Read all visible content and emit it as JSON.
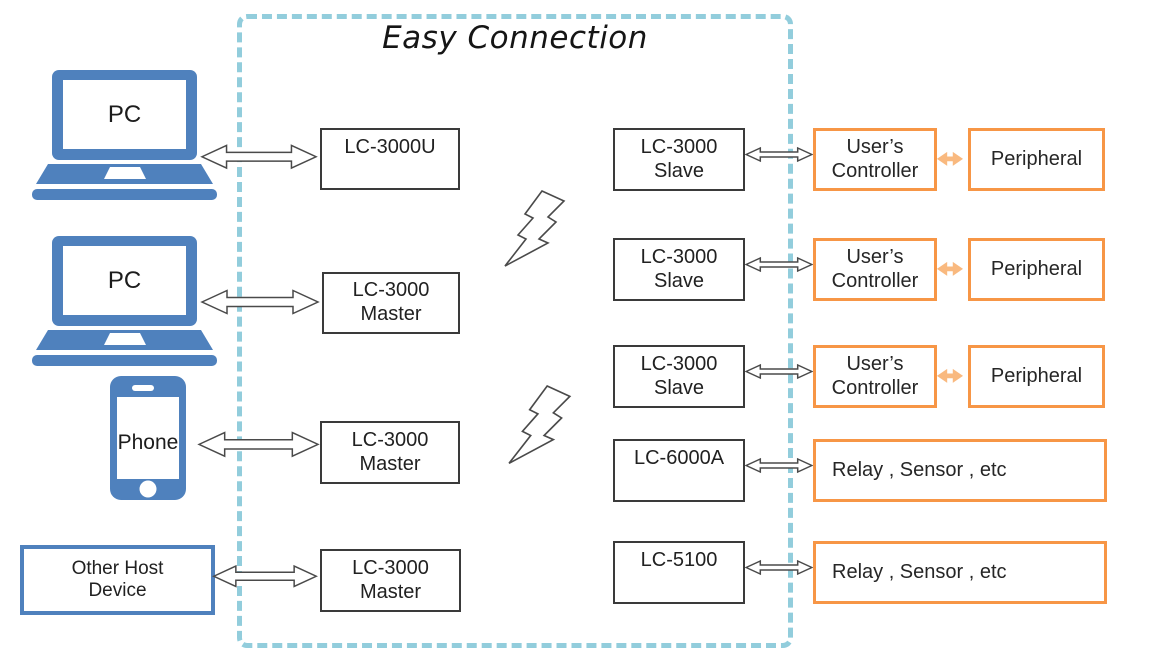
{
  "title": "Easy Connection",
  "hosts": {
    "pc1": "PC",
    "pc2": "PC",
    "phone": "Phone",
    "other": "Other Host\nDevice"
  },
  "masters": [
    "LC-3000U",
    "LC-3000\nMaster",
    "LC-3000\nMaster",
    "LC-3000\nMaster"
  ],
  "slaves": [
    "LC-3000\nSlave",
    "LC-3000\nSlave",
    "LC-3000\nSlave",
    "LC-6000A",
    "LC-5100"
  ],
  "controllers": [
    "User’s\nController",
    "User’s\nController",
    "User’s\nController"
  ],
  "peripherals": [
    "Peripheral",
    "Peripheral",
    "Peripheral"
  ],
  "relays": [
    "Relay , Sensor , etc",
    "Relay , Sensor , etc"
  ],
  "icons": {
    "laptop": "blue laptop shape",
    "smartphone": "blue smartphone shape",
    "lightning": "outlined lightning bolt (wireless link)",
    "double_arrow": "outlined two-headed horizontal arrow",
    "orange_double_arrow": "filled orange two-headed arrow"
  },
  "colors": {
    "device_blue": "#4f81bd",
    "dashed_border": "#92cddc",
    "orange_border": "#f79646",
    "orange_arrow_fill": "#f9b97f",
    "box_border": "#3a3a3a",
    "text": "#212121"
  }
}
